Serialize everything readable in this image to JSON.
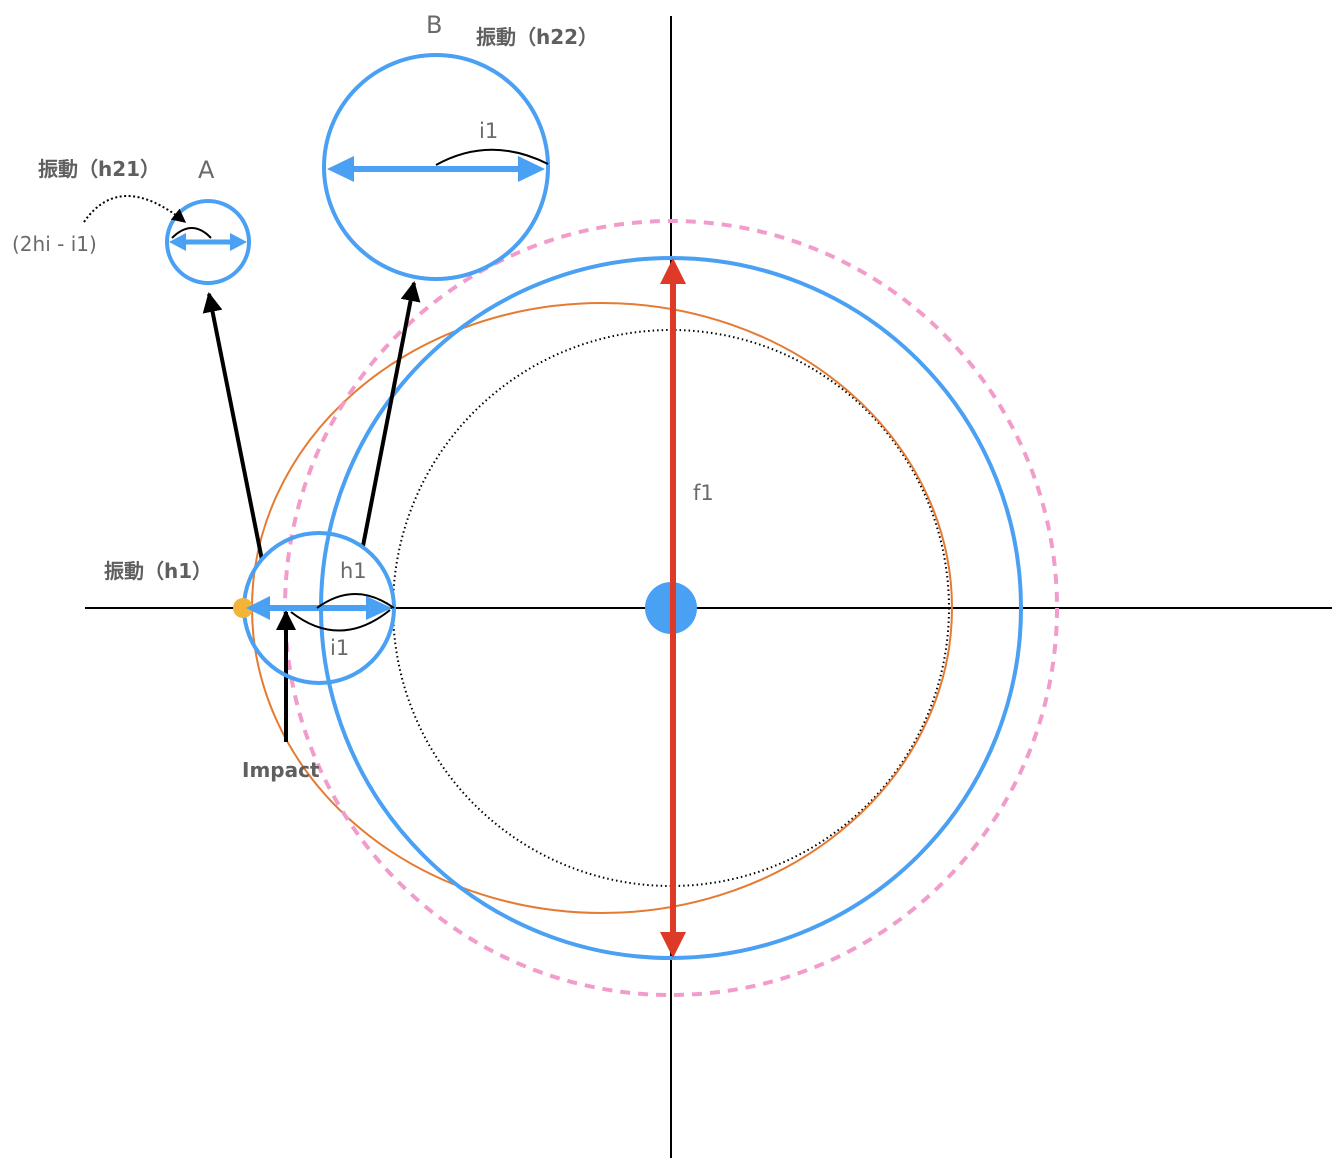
{
  "labels": {
    "vibration_h21": "振動（h21）",
    "point_a": "A",
    "formula": "(2hi - i1)",
    "point_b": "B",
    "vibration_h22": "振動（h22）",
    "i1_top": "i1",
    "vibration_h1": "振動（h1）",
    "h1": "h1",
    "i1_bottom": "i1",
    "impact": "Impact",
    "f1": "f1"
  },
  "colors": {
    "blue": "#4aa0f2",
    "red": "#dd3a27",
    "orange": "#e57b32",
    "pink": "#f29ccc",
    "axis": "#000000",
    "dot": "#f2b53a",
    "text": "#5f5f5f"
  }
}
